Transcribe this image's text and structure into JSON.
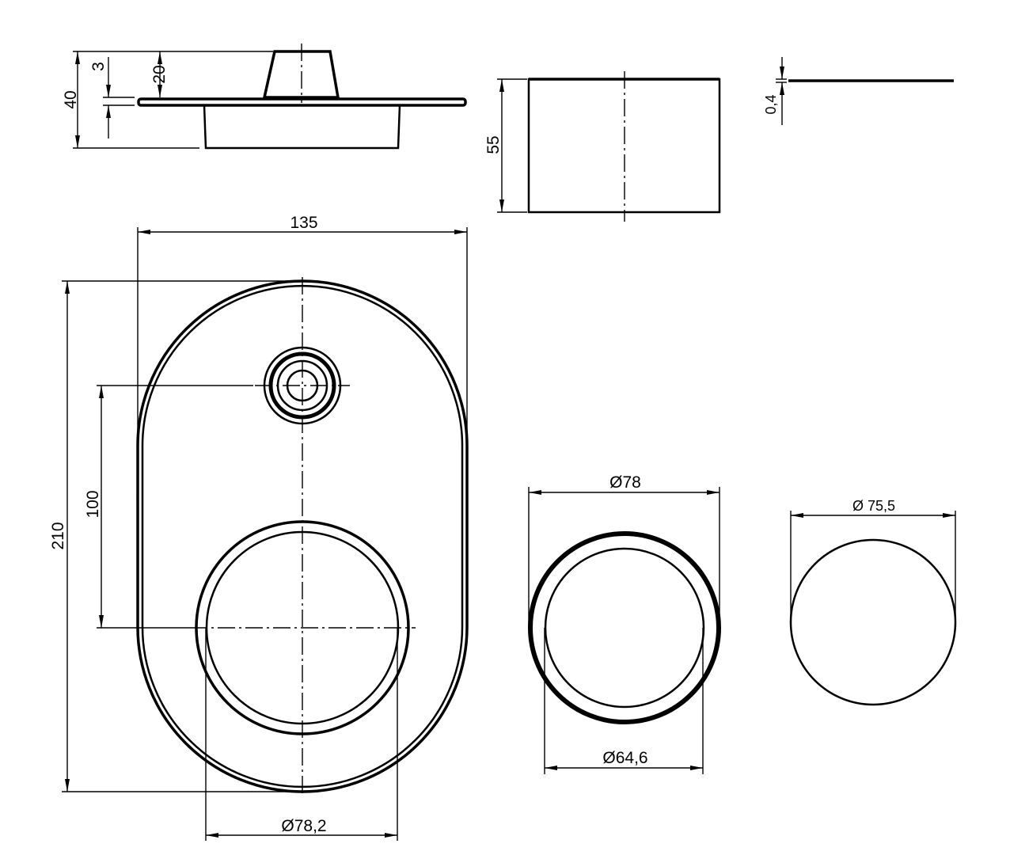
{
  "side_view": {
    "dim_total_height": "40",
    "dim_flange_thickness": "3",
    "dim_boss_height": "20"
  },
  "ring_side_view": {
    "dim_height": "55"
  },
  "sheet_side_view": {
    "dim_thickness": "0,4"
  },
  "plan_view": {
    "dim_width": "135",
    "dim_height": "210",
    "dim_center_distance": "100",
    "dim_large_hole_diameter": "Ø78,2"
  },
  "ring_plan_view": {
    "dim_outer_diameter": "Ø78",
    "dim_inner_diameter": "Ø64,6"
  },
  "disc_plan_view": {
    "dim_diameter": "Ø 75,5"
  }
}
